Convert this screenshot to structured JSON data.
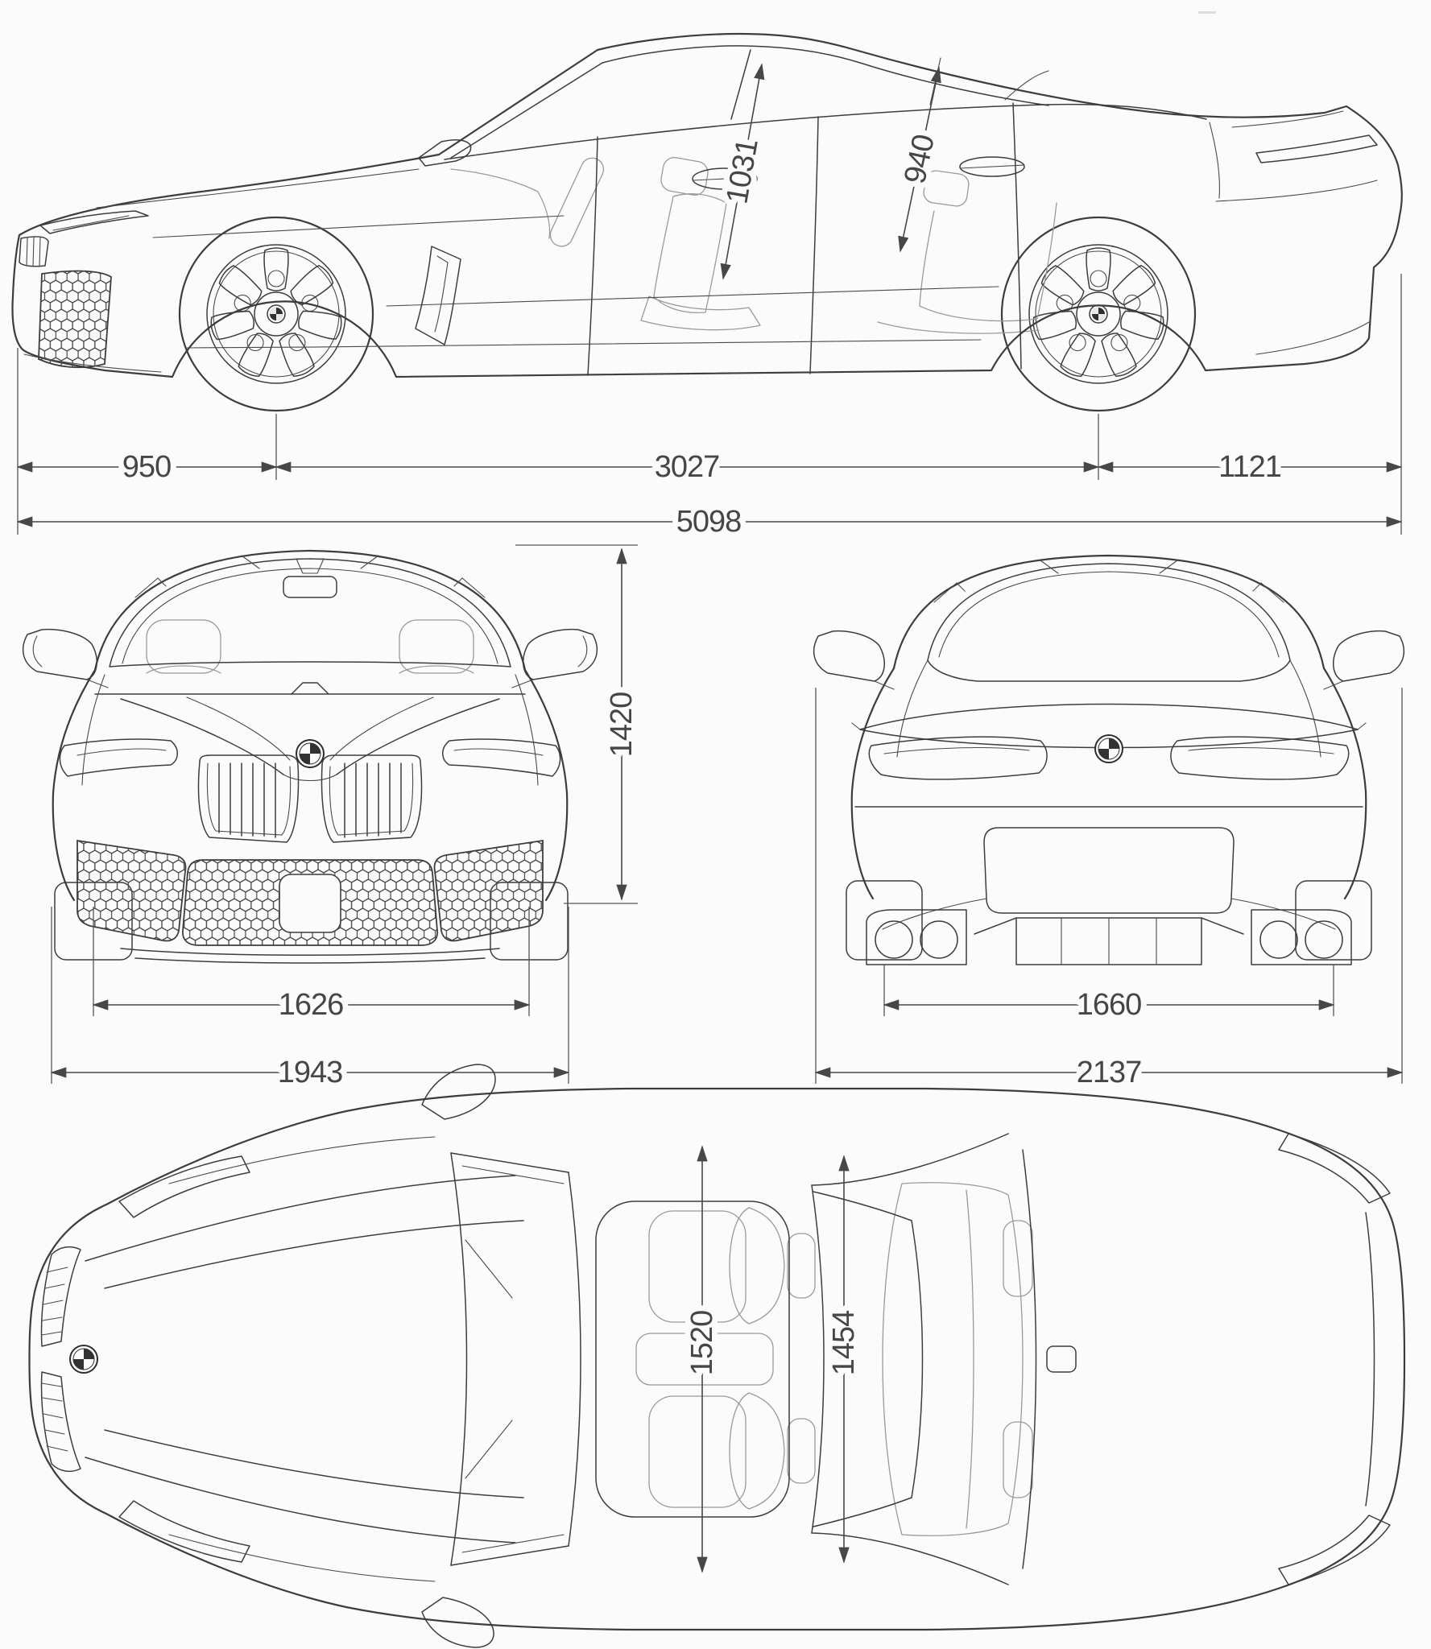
{
  "palette": {
    "background": "#fbfbfb",
    "line_color": "#3d3d3d",
    "dimension_color": "#474747"
  },
  "icons": {
    "brand_badge": "bmw-roundel"
  },
  "side_view": {
    "front_headroom": "1031",
    "rear_headroom": "940",
    "front_overhang": "950",
    "wheelbase": "3027",
    "rear_overhang": "1121",
    "overall_length": "5098"
  },
  "front_view": {
    "overall_height": "1420",
    "front_track": "1626",
    "body_width": "1943"
  },
  "rear_view": {
    "rear_track": "1660",
    "width_incl_mirrors": "2137"
  },
  "top_view": {
    "front_interior_width": "1520",
    "rear_interior_width": "1454"
  }
}
